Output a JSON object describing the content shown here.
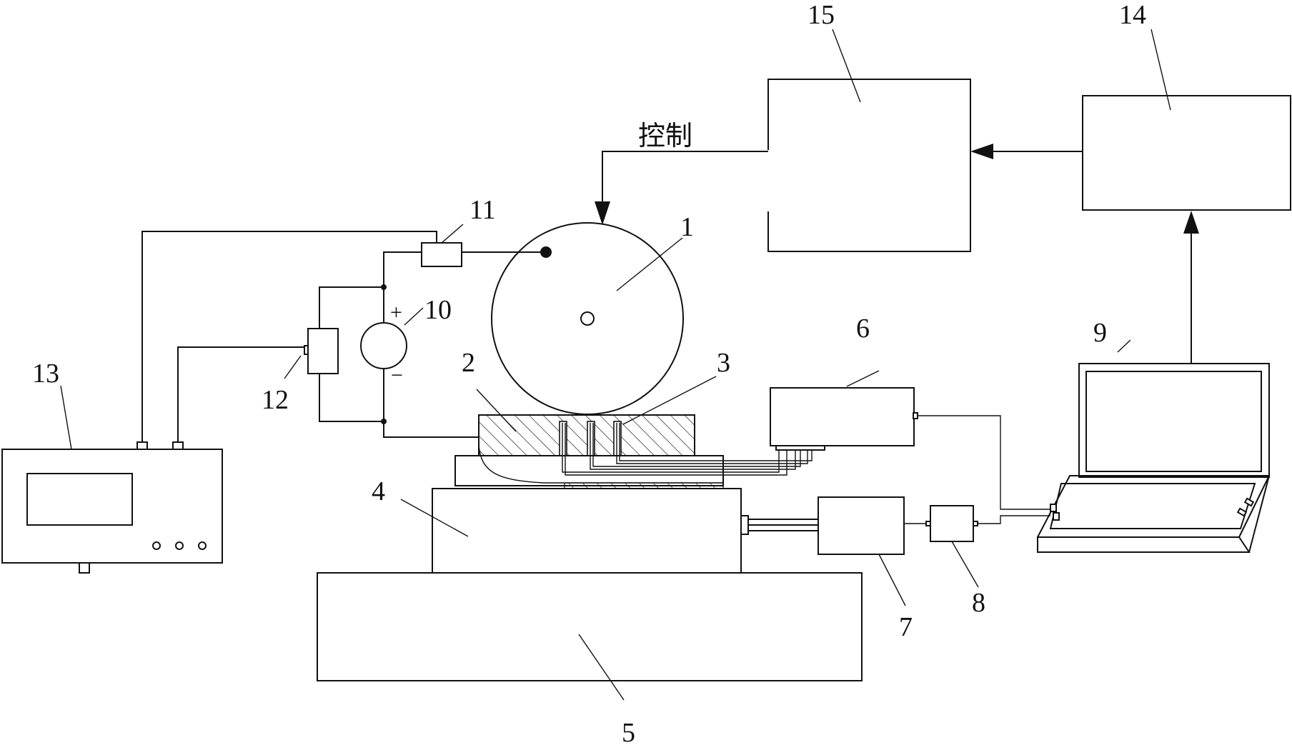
{
  "labels": {
    "n1": "1",
    "n2": "2",
    "n3": "3",
    "n4": "4",
    "n5": "5",
    "n6": "6",
    "n7": "7",
    "n8": "8",
    "n9": "9",
    "n10": "10",
    "n11": "11",
    "n12": "12",
    "n13": "13",
    "n14": "14",
    "n15": "15"
  },
  "control_label": "控制",
  "polarity": {
    "plus": "+",
    "minus": "−"
  },
  "colors": {
    "line": "#111111",
    "background": "#ffffff"
  }
}
